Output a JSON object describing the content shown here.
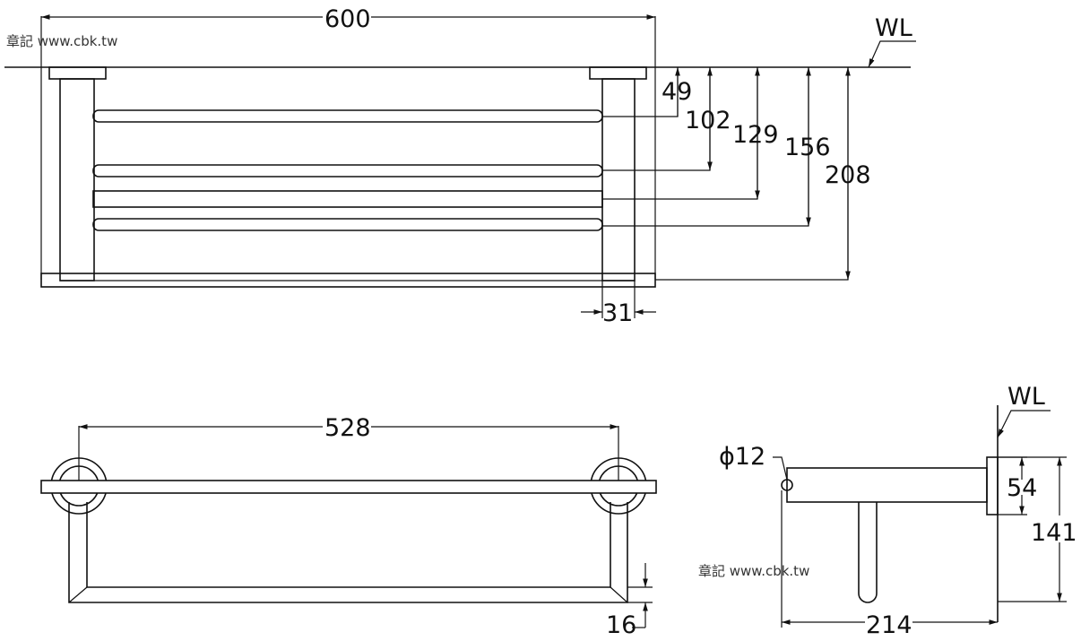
{
  "watermark": "章記 www.cbk.tw",
  "front_view": {
    "wl_label": "WL",
    "width": "600",
    "offsets": [
      "49",
      "102",
      "129",
      "156",
      "208"
    ],
    "post_width": "31"
  },
  "top_view": {
    "bracket_span": "528",
    "front_lip": "16"
  },
  "side_view": {
    "wl_label": "WL",
    "diameter": "ϕ12",
    "mount_height": "54",
    "total_height": "141",
    "depth": "214"
  }
}
